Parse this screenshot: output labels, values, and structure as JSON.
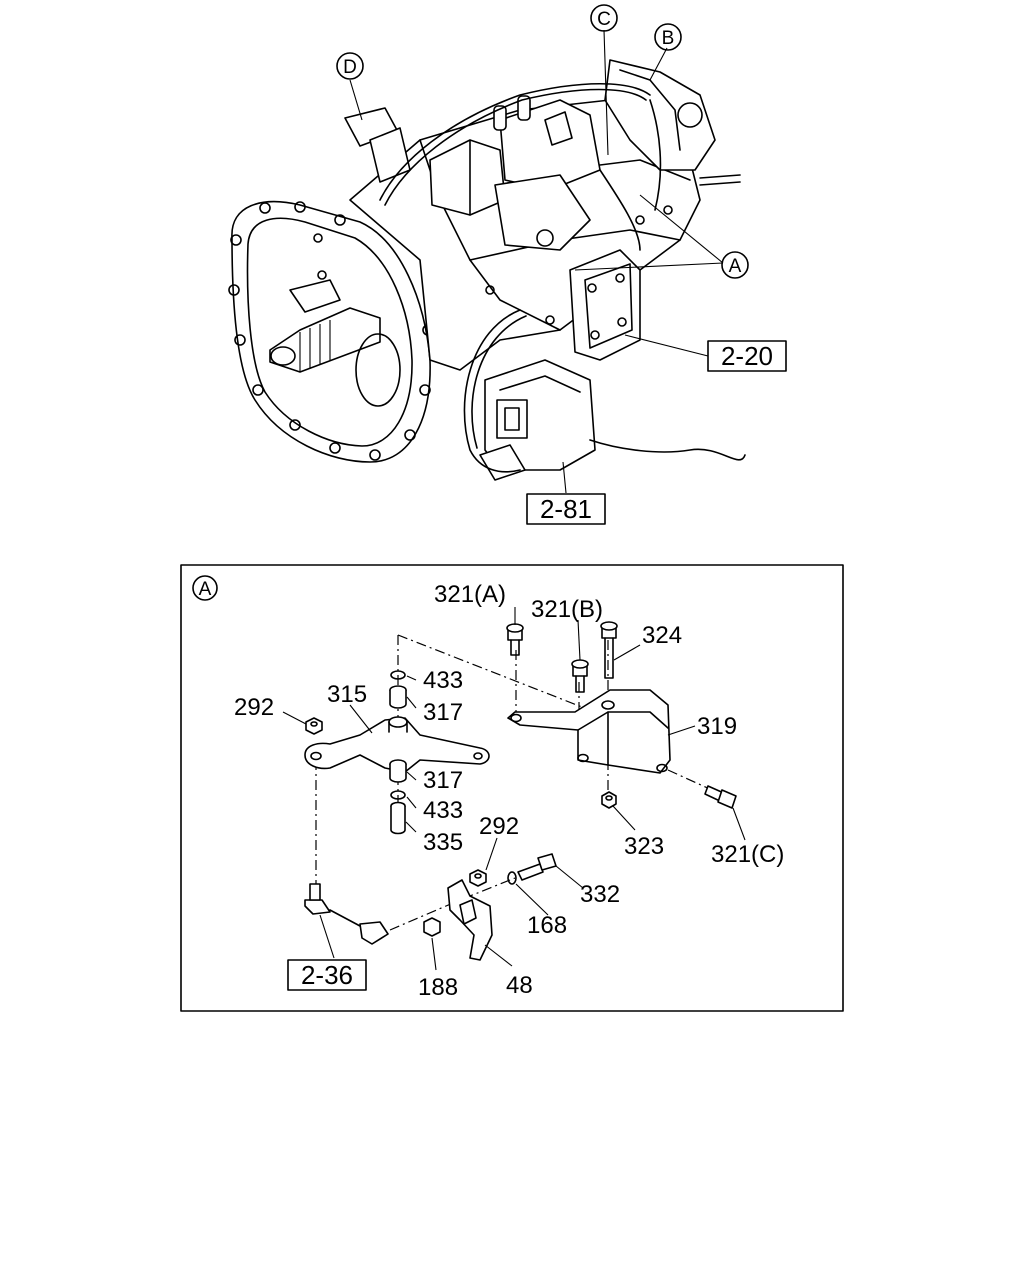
{
  "callouts": {
    "a": "A",
    "b": "B",
    "c": "C",
    "d": "D",
    "detail": "A"
  },
  "references": {
    "ref_2_20": "2-20",
    "ref_2_81": "2-81",
    "ref_2_36": "2-36"
  },
  "parts": {
    "p321a": "321(A)",
    "p321b": "321(B)",
    "p324": "324",
    "p433_top": "433",
    "p317_top": "317",
    "p315": "315",
    "p292_left": "292",
    "p319": "319",
    "p317_bottom": "317",
    "p433_bottom": "433",
    "p335": "335",
    "p292_mid": "292",
    "p323": "323",
    "p321c": "321(C)",
    "p332": "332",
    "p168": "168",
    "p188": "188",
    "p48": "48"
  }
}
